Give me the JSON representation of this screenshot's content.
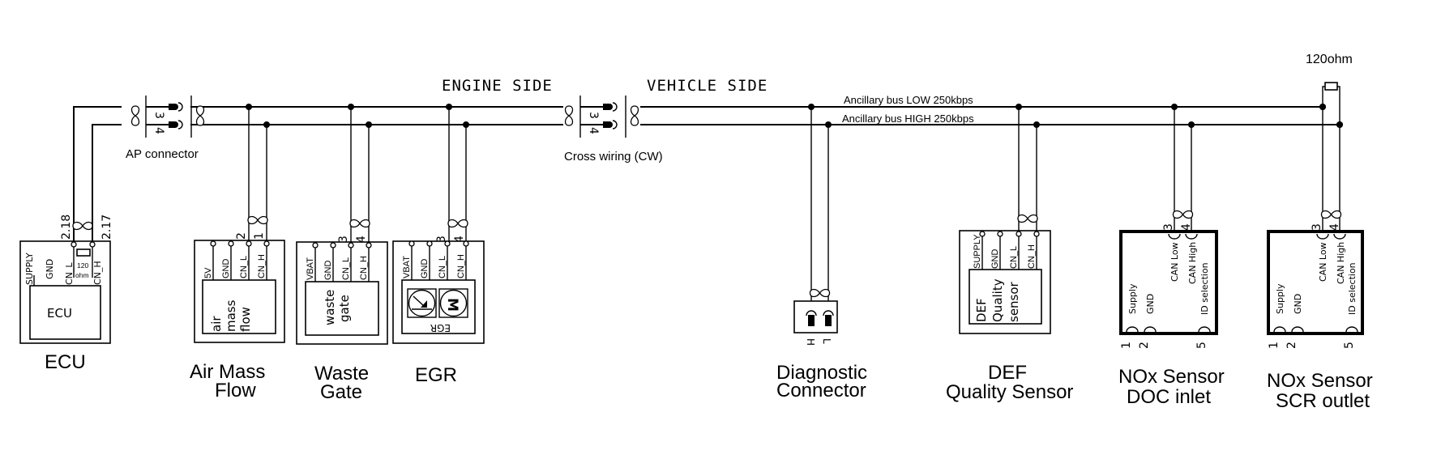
{
  "header": {
    "engine_side": "ENGINE  SIDE",
    "vehicle_side": "VEHICLE  SIDE",
    "bus_low": "Ancillary bus LOW 250kbps",
    "bus_high": "Ancillary bus HIGH 250kbps",
    "terminator": "120ohm"
  },
  "connectors": {
    "ap": {
      "label": "AP  connector",
      "pin_top": "3",
      "pin_bottom": "4"
    },
    "cw": {
      "label": "Cross wiring (CW)",
      "pin_top": "3",
      "pin_bottom": "4"
    }
  },
  "ecu": {
    "title": "ECU",
    "inner": "ECU",
    "pins": [
      "SUPPLY",
      "GND",
      "CN_L",
      "CN_H"
    ],
    "pin_numbers": [
      "2.18",
      "2.17"
    ],
    "resistor_value": "120",
    "resistor_unit": "ohm"
  },
  "air_mass_flow": {
    "title_line1": "Air Mass",
    "title_line2": "Flow",
    "inner": [
      "air",
      "mass",
      "flow"
    ],
    "pins": [
      "5V",
      "GND",
      "CN_L",
      "CN_H"
    ],
    "pin_numbers": [
      "2",
      "1"
    ]
  },
  "waste_gate": {
    "title_line1": "Waste",
    "title_line2": "Gate",
    "inner": [
      "waste",
      "gate"
    ],
    "pins": [
      "VBAT",
      "GND",
      "CN_L",
      "CN_H"
    ],
    "pin_numbers": [
      "3",
      "4"
    ]
  },
  "egr": {
    "title": "EGR",
    "inner": "EGR",
    "pins": [
      "VBAT",
      "GND",
      "CN_L",
      "CN_H"
    ],
    "pin_numbers": [
      "3",
      "4"
    ],
    "motor_symbol": "M"
  },
  "diagnostic": {
    "title_line1": "Diagnostic",
    "title_line2": "Connector",
    "pins": [
      "H",
      "L"
    ]
  },
  "def_sensor": {
    "title_line1": "DEF",
    "title_line2": "Quality Sensor",
    "inner": [
      "DEF",
      "Quality",
      "sensor"
    ],
    "pins": [
      "SUPPLY",
      "GND",
      "CN_L",
      "CN_H"
    ]
  },
  "nox_doc": {
    "title_line1": "NOx Sensor",
    "title_line2": "DOC inlet",
    "top_pins": [
      "CAN  Low",
      "CAN  High"
    ],
    "top_pin_numbers": [
      "3",
      "4"
    ],
    "bottom_pins": [
      "Supply",
      "GND",
      "ID  selection"
    ],
    "bottom_pin_numbers": [
      "1",
      "2",
      "5"
    ]
  },
  "nox_scr": {
    "title_line1": "NOx Sensor",
    "title_line2": "SCR outlet",
    "top_pins": [
      "CAN  Low",
      "CAN  High"
    ],
    "top_pin_numbers": [
      "3",
      "4"
    ],
    "bottom_pins": [
      "Supply",
      "GND",
      "ID  selection"
    ],
    "bottom_pin_numbers": [
      "1",
      "2",
      "5"
    ]
  }
}
